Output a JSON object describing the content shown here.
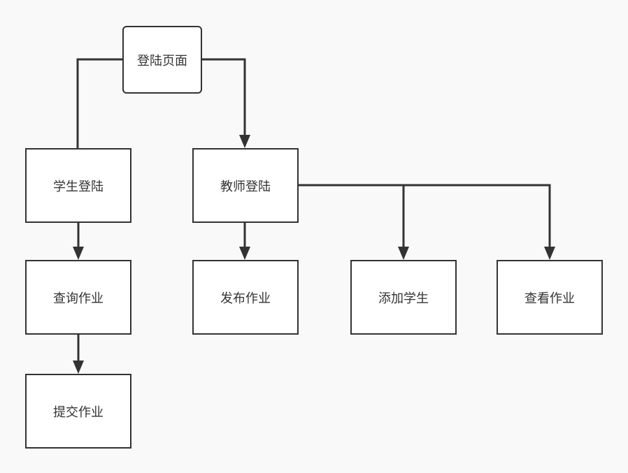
{
  "colors": {
    "background": "#f9f9f9",
    "node_fill": "#ffffff",
    "stroke": "#333333",
    "text": "#333333"
  },
  "nodes": {
    "login_page": "登陆页面",
    "student_login": "学生登陆",
    "teacher_login": "教师登陆",
    "query_homework": "查询作业",
    "submit_homework": "提交作业",
    "publish_homework": "发布作业",
    "add_student": "添加学生",
    "view_homework": "查看作业"
  }
}
